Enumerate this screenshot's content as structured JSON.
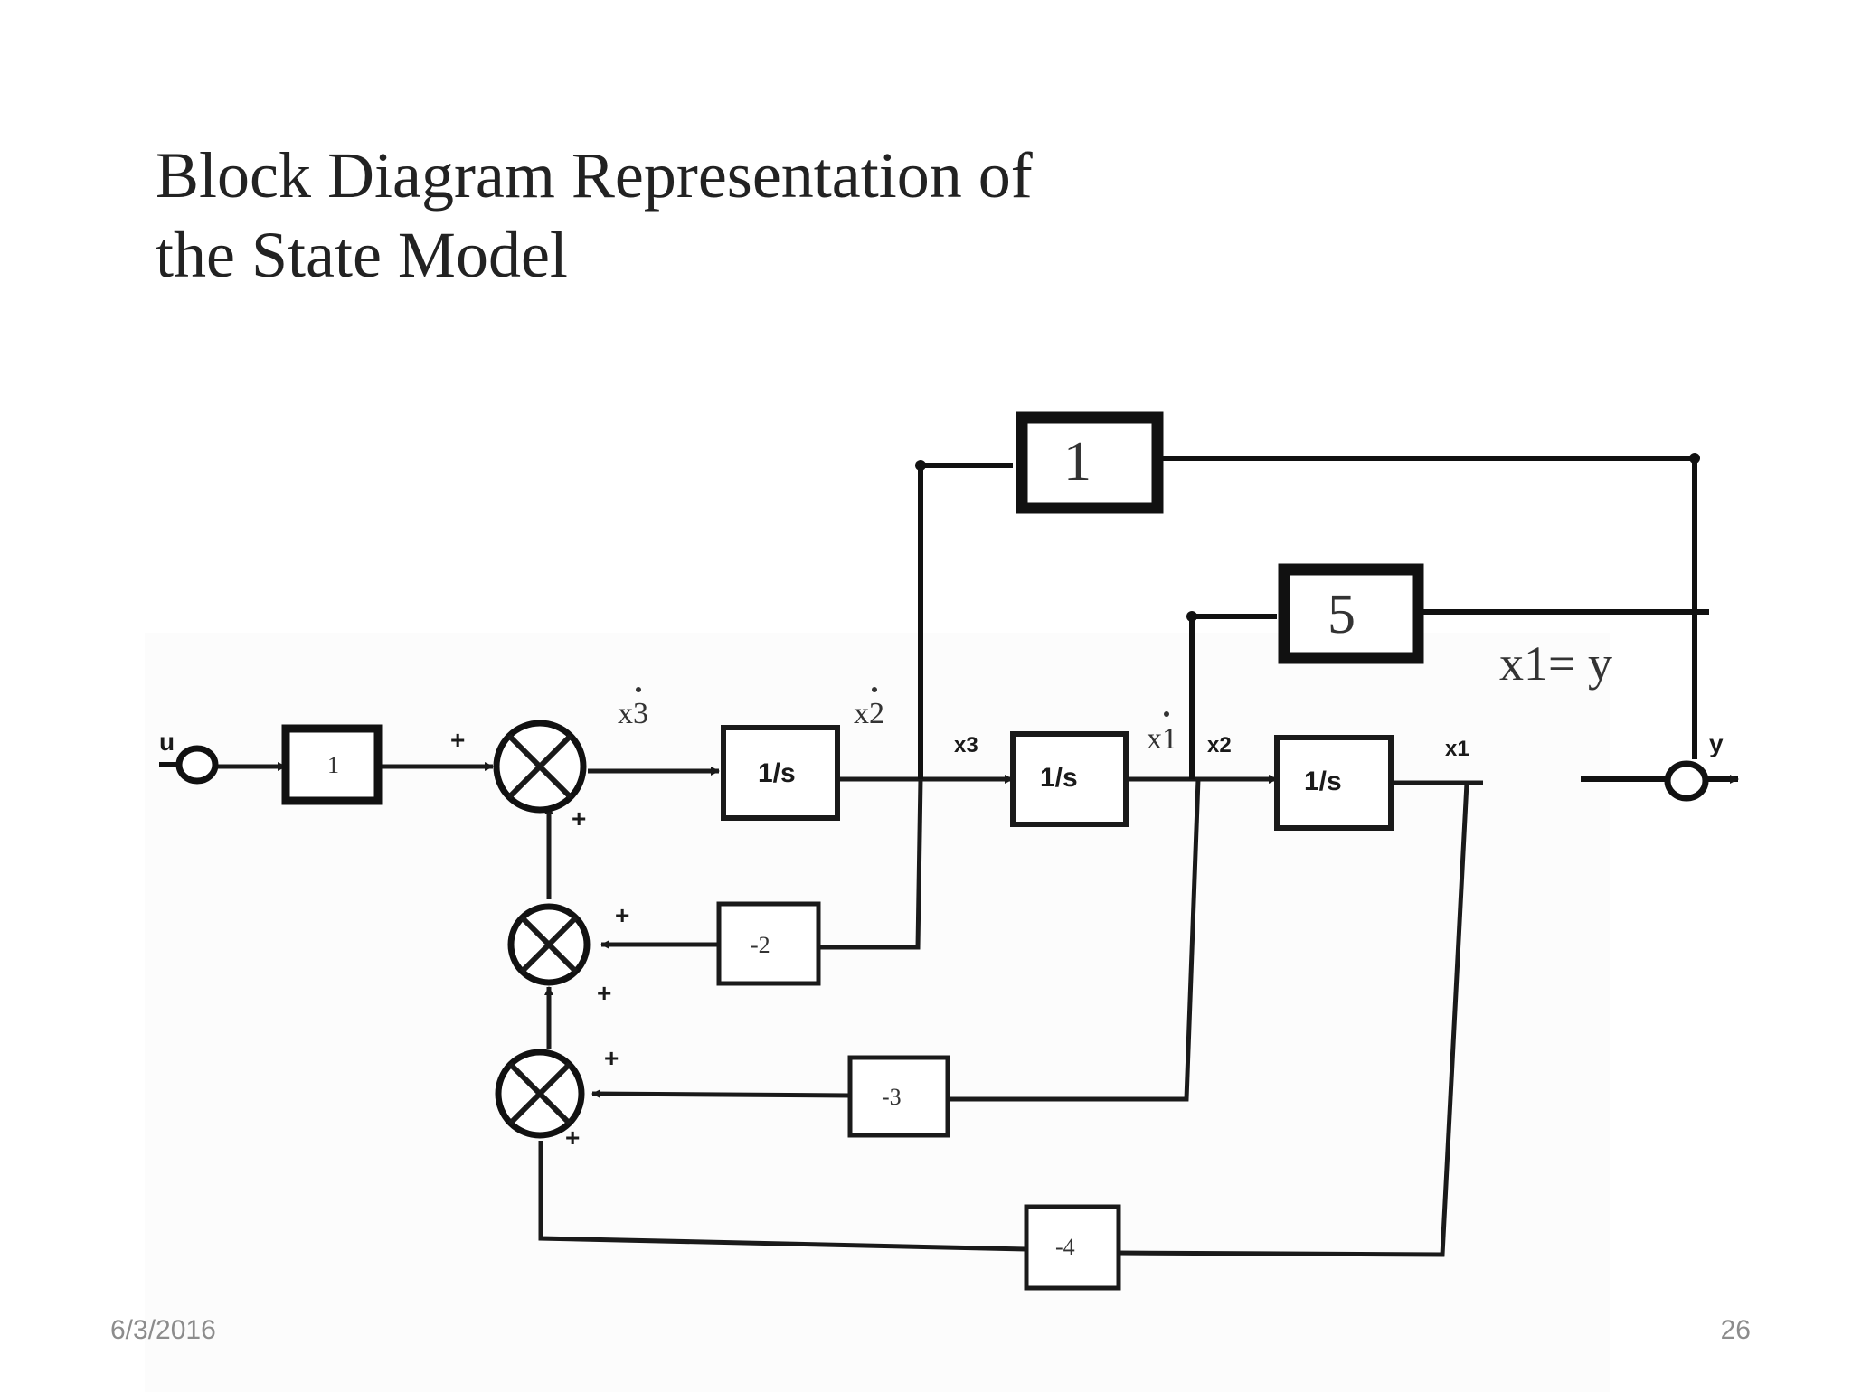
{
  "slide": {
    "title_line1": "Block Diagram Representation of",
    "title_line2": "the State Model",
    "footer_date": "6/3/2016",
    "footer_page": "26"
  },
  "diagram": {
    "input_label": "u",
    "output_label": "y",
    "input_gain": "1",
    "integrator_label": "1/s",
    "feedback_gains": [
      "-2",
      "-3",
      "-4"
    ],
    "output_gains": [
      "1",
      "5"
    ],
    "output_equation": "x1= y",
    "signals": {
      "x3_dot": "x3",
      "x2_dot": "x2",
      "x1_dot": "x1",
      "x3": "x3",
      "x2": "x2",
      "x1": "x1"
    },
    "sign": "+"
  }
}
